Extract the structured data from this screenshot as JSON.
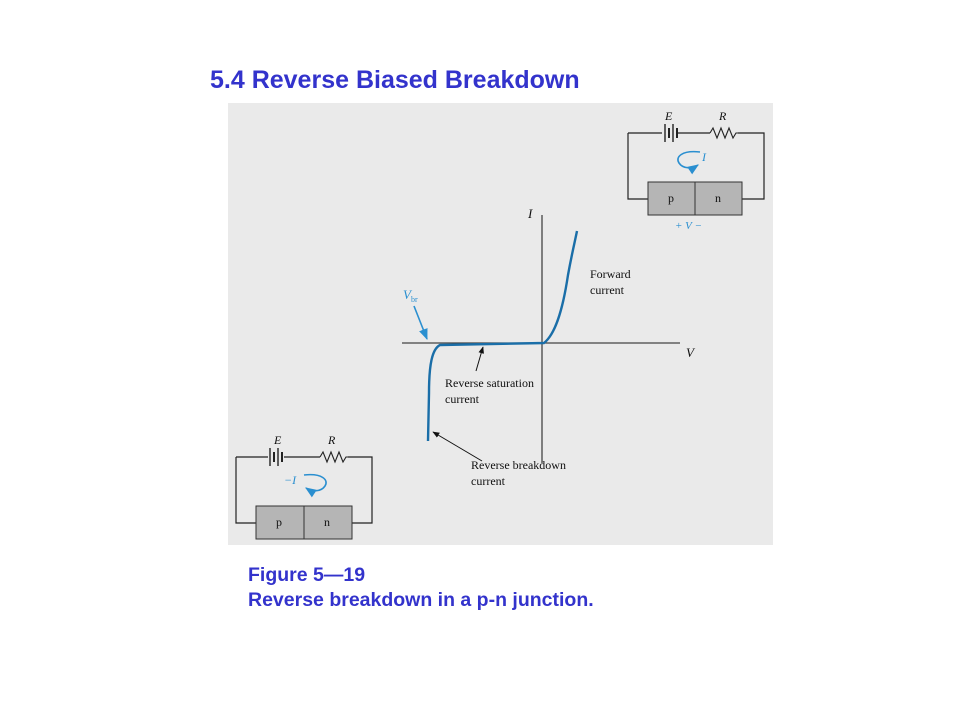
{
  "slide": {
    "title": "5.4 Reverse Biased Breakdown"
  },
  "figure": {
    "axis_labels": {
      "current": "I",
      "voltage": "V"
    },
    "breakdown_voltage": {
      "symbol": "V",
      "subscript": "br"
    },
    "annotations": {
      "forward_current_line1": "Forward",
      "forward_current_line2": "current",
      "reverse_saturation_line1": "Reverse saturation",
      "reverse_saturation_line2": "current",
      "reverse_breakdown_line1": "Reverse breakdown",
      "reverse_breakdown_line2": "current"
    },
    "forward_circuit": {
      "source_label": "E",
      "resistor_label": "R",
      "current_label": "I",
      "p_label": "p",
      "n_label": "n",
      "voltage_polarity": "+ V −"
    },
    "reverse_circuit": {
      "source_label": "E",
      "resistor_label": "R",
      "current_label": "−I",
      "p_label": "p",
      "n_label": "n"
    },
    "colors": {
      "curve": "#1a6ea8",
      "arrow": "#2a8fd0",
      "panel": "#eaeaea",
      "junction_fill": "#b5b5b5",
      "text": "#111111"
    }
  },
  "caption": {
    "line1": "Figure 5—19",
    "line2": "Reverse breakdown in a p-n junction."
  }
}
